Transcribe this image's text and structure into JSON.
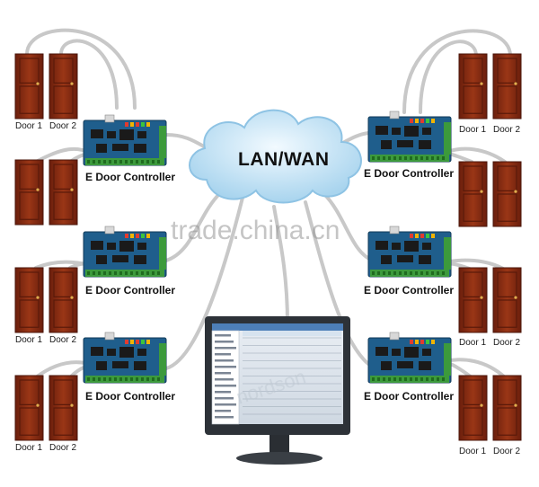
{
  "network": {
    "label": "LAN/WAN"
  },
  "controller_label": "E Door Controller",
  "door_labels": {
    "door1": "Door 1",
    "door2": "Door 2"
  },
  "watermarks": {
    "site": "trade.china.cn",
    "brand": "nordson"
  },
  "colors": {
    "cable": "#c8c8c8",
    "door": "#8a2a12",
    "board": "#1f5e8c",
    "cloud": "#bfe0f3"
  }
}
